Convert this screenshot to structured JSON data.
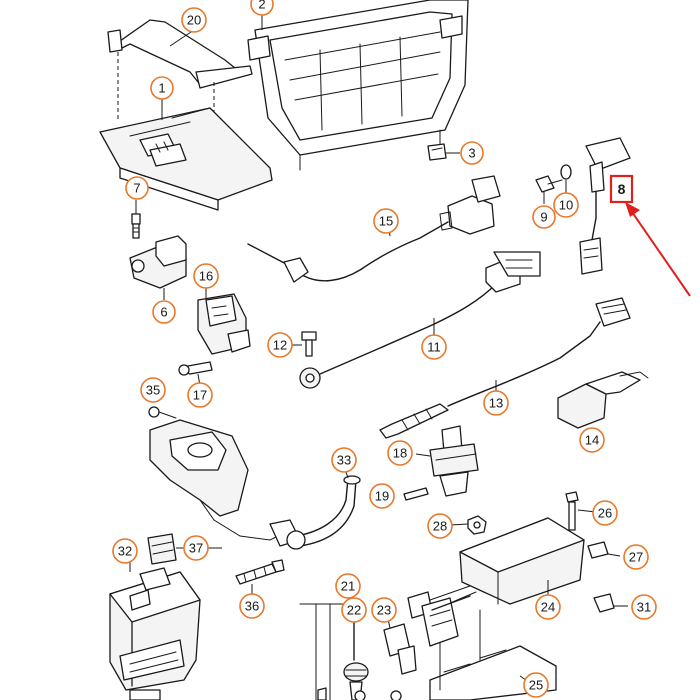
{
  "callouts": {
    "c1": "1",
    "c2": "2",
    "c3": "3",
    "c6": "6",
    "c7": "7",
    "c9": "9",
    "c10": "10",
    "c11": "11",
    "c12": "12",
    "c13": "13",
    "c14": "14",
    "c15": "15",
    "c16": "16",
    "c17": "17",
    "c18": "18",
    "c19": "19",
    "c20": "20",
    "c21": "21",
    "c22": "22",
    "c23": "23",
    "c24": "24",
    "c25": "25",
    "c26": "26",
    "c27": "27",
    "c28": "28",
    "c31": "31",
    "c32": "32",
    "c33": "33",
    "c35": "35",
    "c36": "36",
    "c37": "37"
  },
  "highlight": {
    "label": "8"
  },
  "colors": {
    "callout_ring": "#e8782a",
    "highlight": "#e0201c",
    "line": "#1a1a1a"
  }
}
